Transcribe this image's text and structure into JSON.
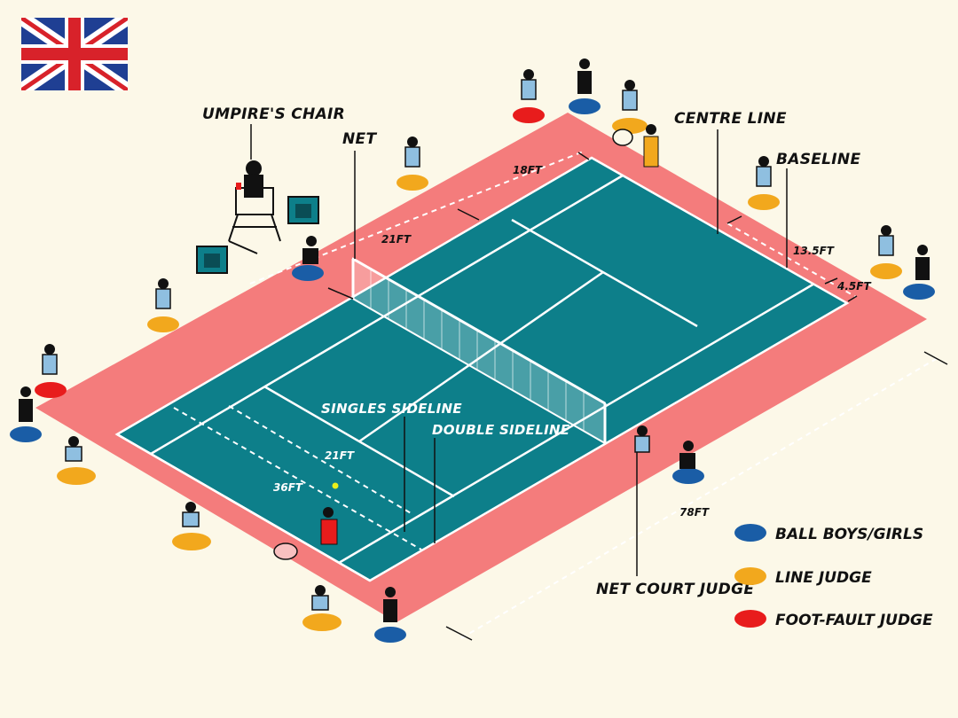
{
  "labels": {
    "umpire_chair": "UMPIRE'S CHAIR",
    "net": "NET",
    "centre_line": "CENTRE LINE",
    "baseline": "BASELINE",
    "singles_sideline": "SINGLES SIDELINE",
    "double_sideline": "DOUBLE SIDELINE",
    "net_court_judge": "NET COURT JUDGE"
  },
  "dimensions": {
    "d18": "18FT",
    "d21_top": "21FT",
    "d13_5": "13.5FT",
    "d4_5": "4.5FT",
    "d21_court": "21FT",
    "d36": "36FT",
    "d78": "78FT"
  },
  "legend": [
    {
      "label": "BALL BOYS/GIRLS",
      "color": "#1a5da6"
    },
    {
      "label": "LINE JUDGE",
      "color": "#f2a81d"
    },
    {
      "label": "FOOT-FAULT JUDGE",
      "color": "#e81c1c"
    }
  ],
  "colors": {
    "background": "#fcf8e8",
    "surround": "#f47c7c",
    "court": "#0d7f8a",
    "lines": "#ffffff",
    "shirt": "#8fbfe0"
  },
  "flag": "union-jack-flag"
}
